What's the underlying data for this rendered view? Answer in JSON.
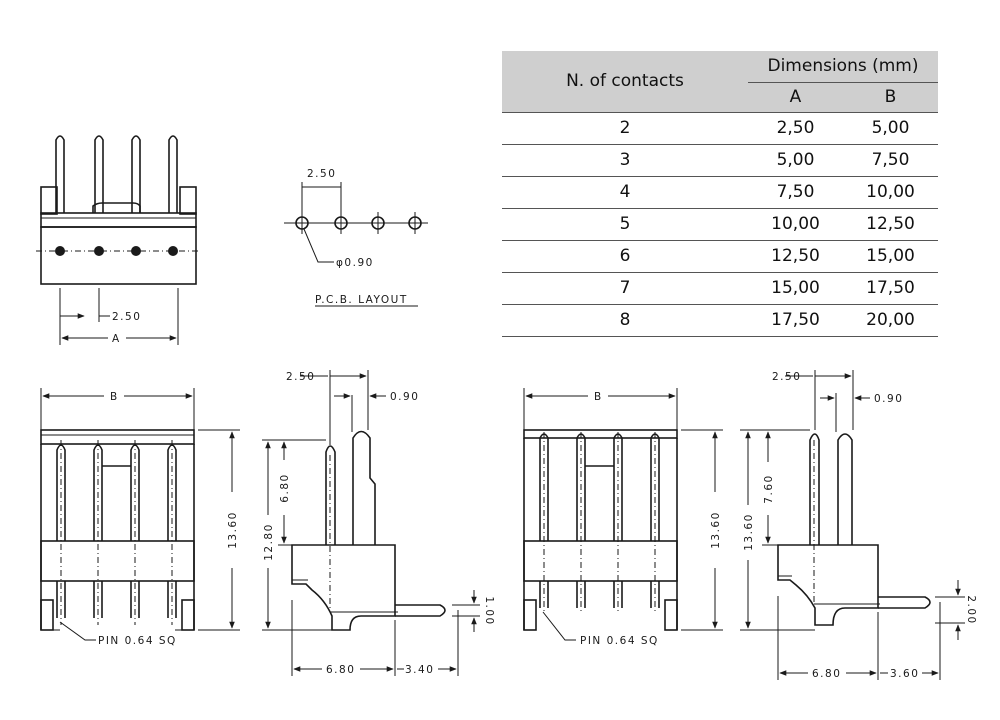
{
  "table": {
    "col_contacts": "N. of contacts",
    "col_dimensions": "Dimensions (mm)",
    "col_a": "A",
    "col_b": "B",
    "rows": [
      {
        "n": "2",
        "a": "2,50",
        "b": "5,00"
      },
      {
        "n": "3",
        "a": "5,00",
        "b": "7,50"
      },
      {
        "n": "4",
        "a": "7,50",
        "b": "10,00"
      },
      {
        "n": "5",
        "a": "10,00",
        "b": "12,50"
      },
      {
        "n": "6",
        "a": "12,50",
        "b": "15,00"
      },
      {
        "n": "7",
        "a": "15,00",
        "b": "17,50"
      },
      {
        "n": "8",
        "a": "17,50",
        "b": "20,00"
      }
    ]
  },
  "drawing": {
    "top_front": {
      "pitch": "2.50",
      "dim_a": "A"
    },
    "pcb_layout": {
      "pitch": "2.50",
      "hole": "φ0.90",
      "caption": "P.C.B. LAYOUT"
    },
    "front_left": {
      "dim_b": "B",
      "height": "13.60",
      "pin": "PIN 0.64 SQ"
    },
    "side_left": {
      "pitch": "2.50",
      "pin_w": "0.90",
      "total_h": "12.80",
      "upper_h": "6.80",
      "body_d": "6.80",
      "tail_l": "3.40",
      "tail_h": "1.00"
    },
    "front_right": {
      "dim_b": "B",
      "height": "13.60",
      "pin": "PIN 0.64 SQ"
    },
    "side_right": {
      "pitch": "2.50",
      "pin_w": "0.90",
      "total_h": "13.60",
      "upper_h": "7.60",
      "body_d": "6.80",
      "tail_l": "3.60",
      "tail_h": "2.00"
    }
  }
}
